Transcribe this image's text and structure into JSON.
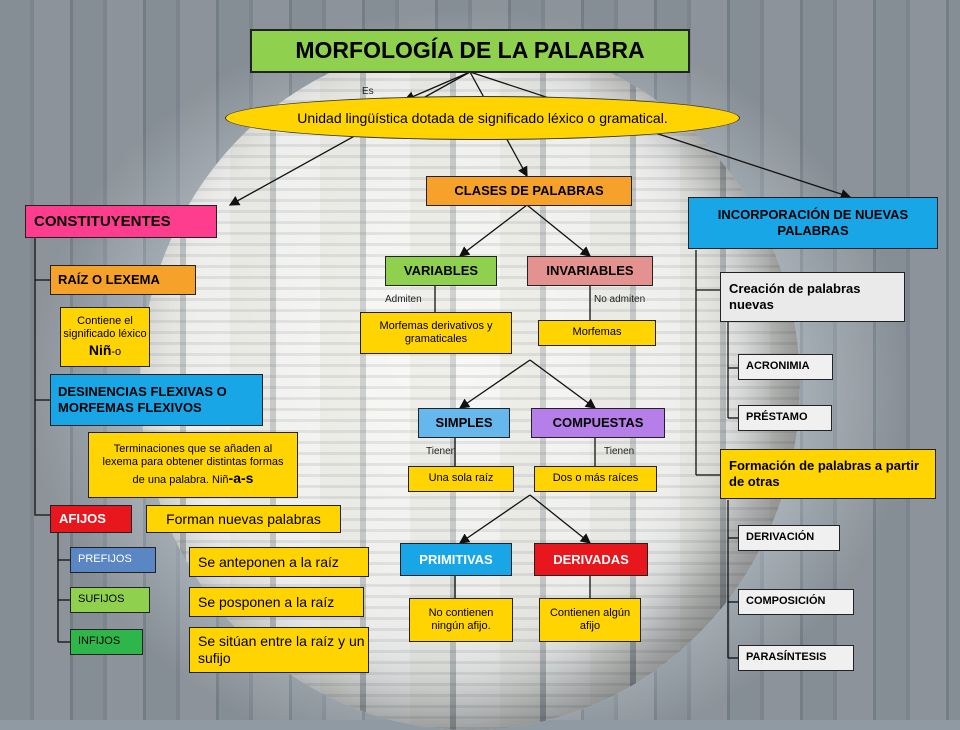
{
  "title": "MORFOLOGÍA  DE LA PALABRA",
  "es": "Es",
  "definition": "Unidad lingüística dotada de significado léxico o gramatical.",
  "clases": {
    "title": "CLASES DE PALABRAS",
    "variables": "VARIABLES",
    "invariables": "INVARIABLES",
    "admiten": "Admiten",
    "no_admiten": "No admiten",
    "morfemas_deriv": "Morfemas derivativos y gramaticales",
    "morfemas": "Morfemas",
    "simples": "SIMPLES",
    "compuestas": "COMPUESTAS",
    "tienen1": "Tienen",
    "tienen2": "Tienen",
    "una_raiz": "Una  sola raíz",
    "dos_raices": "Dos o más raíces",
    "primitivas": "PRIMITIVAS",
    "derivadas": "DERIVADAS",
    "no_afijo": "No contienen ningún afijo.",
    "algun_afijo": "Contienen algún afijo"
  },
  "constituyentes": {
    "title": "CONSTITUYENTES",
    "raiz": "RAÍZ O LEXEMA",
    "raiz_desc": "Contiene el significado léxico",
    "raiz_ex_a": "Niñ",
    "raiz_ex_b": "-o",
    "desinencias": "DESINENCIAS FLEXIVAS O MORFEMAS FLEXIVOS",
    "desinencias_desc": "Terminaciones  que se añaden al lexema para obtener distintas formas de una palabra. Niñ",
    "desinencias_ex": "-a-s",
    "afijos": "AFIJOS",
    "afijos_desc": "Forman nuevas palabras",
    "prefijos": "PREFIJOS",
    "prefijos_desc": "Se anteponen a la raíz",
    "sufijos": "SUFIJOS",
    "sufijos_desc": "Se posponen a la raíz",
    "infijos": "INFIJOS",
    "infijos_desc": "Se sitúan entre la raíz y un sufijo"
  },
  "incorporacion": {
    "title": "INCORPORACIÓN DE NUEVAS PALABRAS",
    "creacion": "Creación de palabras nuevas",
    "acronimia": "ACRONIMIA",
    "prestamo": "PRÉSTAMO",
    "formacion": "Formación de palabras a partir de otras",
    "derivacion": "DERIVACIÓN",
    "composicion": "COMPOSICIÓN",
    "parasintesis": "PARASÍNTESIS"
  },
  "colors": {
    "green": "#8fd14f",
    "yellow": "#ffd400",
    "pink": "#ff3d8f",
    "orange": "#f6a12a",
    "blue": "#19a6e6",
    "red": "#e8161d",
    "salmon": "#e4928f",
    "steel": "#5b86c4",
    "sky": "#65b7ec",
    "bright_green": "#2fb64a"
  }
}
